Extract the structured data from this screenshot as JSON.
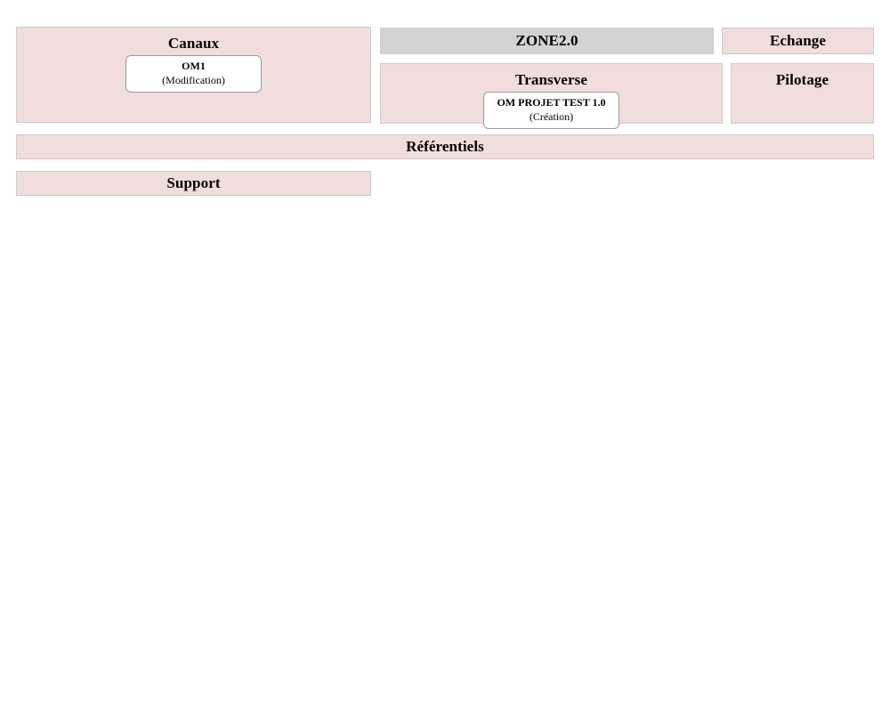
{
  "diagram": {
    "background_color": "#ffffff",
    "panel_color": "#f2dddd",
    "panel_border_color": "#cbcbcb",
    "header_color": "#d3d3d3",
    "node_color": "#ffffff",
    "node_border_color": "#9a9a9a"
  },
  "blocks": {
    "canaux": {
      "title": "Canaux",
      "nodes": [
        {
          "name": "OM1",
          "state": "(Modification)"
        }
      ]
    },
    "zone_header": {
      "title": "ZONE2.0"
    },
    "echange": {
      "title": "Echange",
      "nodes": []
    },
    "transverse": {
      "title": "Transverse",
      "nodes": [
        {
          "name": "OM PROJET TEST 1.0",
          "state": "(Création)"
        }
      ]
    },
    "pilotage": {
      "title": "Pilotage",
      "nodes": []
    },
    "referentiels": {
      "title": "Référentiels",
      "nodes": []
    },
    "support": {
      "title": "Support",
      "nodes": []
    }
  }
}
